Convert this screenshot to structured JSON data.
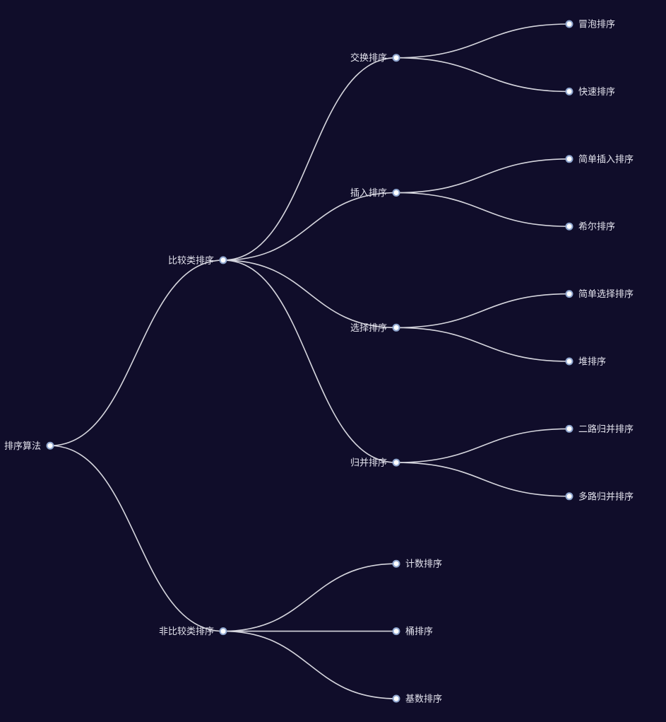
{
  "tree": {
    "label": "排序算法",
    "children": [
      {
        "label": "比较类排序",
        "children": [
          {
            "label": "交换排序",
            "children": [
              {
                "label": "冒泡排序"
              },
              {
                "label": "快速排序"
              }
            ]
          },
          {
            "label": "插入排序",
            "children": [
              {
                "label": "简单插入排序"
              },
              {
                "label": "希尔排序"
              }
            ]
          },
          {
            "label": "选择排序",
            "children": [
              {
                "label": "简单选择排序"
              },
              {
                "label": "堆排序"
              }
            ]
          },
          {
            "label": "归并排序",
            "children": [
              {
                "label": "二路归并排序"
              },
              {
                "label": "多路归并排序"
              }
            ]
          }
        ]
      },
      {
        "label": "非比较类排序",
        "children": [
          {
            "label": "计数排序"
          },
          {
            "label": "桶排序"
          },
          {
            "label": "基数排序"
          }
        ]
      }
    ]
  },
  "colors": {
    "background": "#100d2a",
    "link": "#d6d6de",
    "node_fill": "#ffffff",
    "node_stroke": "#8fa6cf",
    "label": "#e4e4ee"
  }
}
